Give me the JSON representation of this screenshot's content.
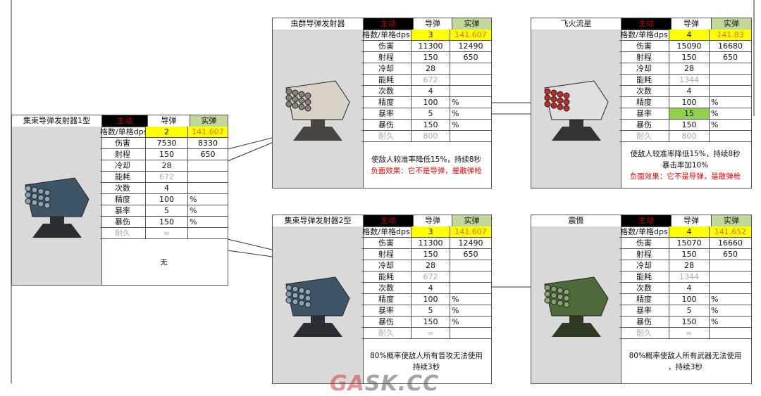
{
  "headers": {
    "active": "主动",
    "missile": "导弹",
    "kinetic": "实弹"
  },
  "row_labels": [
    "格数/单格dps",
    "伤害",
    "射程",
    "冷却",
    "能耗",
    "次数",
    "精度",
    "暴率",
    "暴伤",
    "耐久"
  ],
  "percent": "%",
  "colors": {
    "active_bg": "#000000",
    "active_text": "#c00000",
    "kinetic_bg": "#c4d79b",
    "highlight": "#ffff00",
    "dps_text": "#e46c0a",
    "crit_highlight": "#92d050",
    "negative_text": "#ff0000"
  },
  "cards": [
    {
      "name": "集束导弹发射器1型",
      "icon": "missile-launcher-blue",
      "slots": "2",
      "dps": "141.607",
      "damage": [
        "7530",
        "8330"
      ],
      "range": [
        "150",
        "650"
      ],
      "cooldown": "28",
      "energy": "672",
      "count": "4",
      "accuracy": "100",
      "crit_rate": "5",
      "crit_rate_highlight": false,
      "crit_damage": "150",
      "durability": "∞",
      "notes": [
        "无"
      ],
      "negative": ""
    },
    {
      "name": "虫群导弹发射器",
      "icon": "missile-launcher-white",
      "slots": "3",
      "dps": "141.607",
      "damage": [
        "11300",
        "12490"
      ],
      "range": [
        "150",
        "650"
      ],
      "cooldown": "28",
      "energy": "672",
      "count": "4",
      "accuracy": "100",
      "crit_rate": "5",
      "crit_rate_highlight": false,
      "crit_damage": "150",
      "durability": "800",
      "notes": [
        "使敌人较准率降低15%，持续8秒"
      ],
      "negative": "负面效果：它不是导弹，是散弹枪"
    },
    {
      "name": "飞火流星",
      "icon": "missile-launcher-red",
      "slots": "4",
      "dps": "141.83",
      "damage": [
        "15090",
        "16680"
      ],
      "range": [
        "150",
        "650"
      ],
      "cooldown": "28",
      "energy": "1344",
      "count": "4",
      "accuracy": "100",
      "crit_rate": "15",
      "crit_rate_highlight": true,
      "crit_damage": "150",
      "durability": "800",
      "notes": [
        "使敌人较准率降低15%，持续8秒",
        "暴击率加10%"
      ],
      "negative": "负面效果：它不是导弹，是散弹枪"
    },
    {
      "name": "集束导弹发射器2型",
      "icon": "missile-launcher-blue",
      "slots": "3",
      "dps": "141.607",
      "damage": [
        "11300",
        "12490"
      ],
      "range": [
        "150",
        "650"
      ],
      "cooldown": "28",
      "energy": "672",
      "count": "4",
      "accuracy": "100",
      "crit_rate": "5",
      "crit_rate_highlight": false,
      "crit_damage": "150",
      "durability": "∞",
      "notes": [
        "80%概率使敌人所有普攻无法使用",
        "持续3秒"
      ],
      "negative": ""
    },
    {
      "name": "震慑",
      "icon": "missile-launcher-green",
      "slots": "4",
      "dps": "141.652",
      "damage": [
        "15070",
        "16660"
      ],
      "range": [
        "150",
        "650"
      ],
      "cooldown": "28",
      "energy": "1344",
      "count": "4",
      "accuracy": "100",
      "crit_rate": "5",
      "crit_rate_highlight": false,
      "crit_damage": "150",
      "durability": "∞",
      "notes": [
        "80%概率使敌人所有武器无法使用",
        "，持续3秒"
      ],
      "negative": ""
    }
  ],
  "watermark": "GASK.CC"
}
